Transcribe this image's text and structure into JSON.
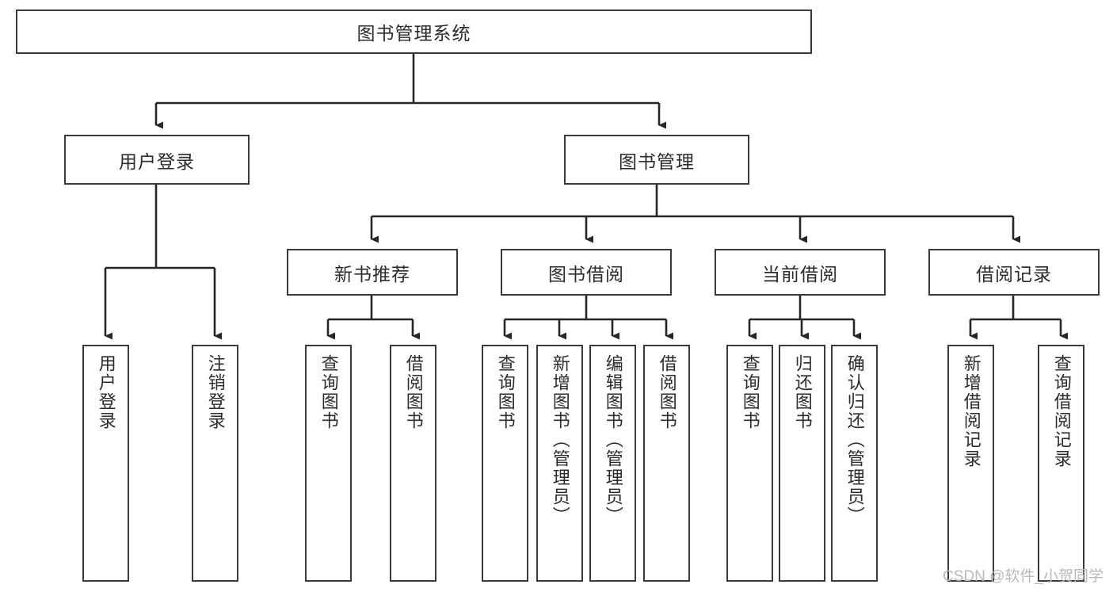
{
  "diagram": {
    "type": "tree-flowchart",
    "title": "图书管理系统",
    "watermark": "CSDN @软件_小贺同学",
    "colors": {
      "box_border": "#3a3a3a",
      "box_fill": "#ffffff",
      "connector": "#262626",
      "text": "#2b2b2b",
      "watermark": "#b9b9b9"
    },
    "nodes": {
      "root": {
        "label": "图书管理系统",
        "orientation": "horizontal"
      },
      "level2": [
        {
          "label": "用户登录",
          "orientation": "horizontal"
        },
        {
          "label": "图书管理",
          "orientation": "horizontal"
        }
      ],
      "level3": [
        {
          "label": "新书推荐",
          "orientation": "horizontal"
        },
        {
          "label": "图书借阅",
          "orientation": "horizontal"
        },
        {
          "label": "当前借阅",
          "orientation": "horizontal"
        },
        {
          "label": "借阅记录",
          "orientation": "horizontal"
        }
      ],
      "leaves": [
        {
          "label": "用户登录",
          "parent": "用户登录",
          "orientation": "vertical"
        },
        {
          "label": "注销登录",
          "parent": "用户登录",
          "orientation": "vertical"
        },
        {
          "label": "查询图书",
          "parent": "新书推荐",
          "orientation": "vertical"
        },
        {
          "label": "借阅图书",
          "parent": "新书推荐",
          "orientation": "vertical"
        },
        {
          "label": "查询图书",
          "parent": "图书借阅",
          "orientation": "vertical"
        },
        {
          "label": "新增图书（管理员）",
          "parent": "图书借阅",
          "orientation": "vertical"
        },
        {
          "label": "编辑图书（管理员）",
          "parent": "图书借阅",
          "orientation": "vertical"
        },
        {
          "label": "借阅图书",
          "parent": "图书借阅",
          "orientation": "vertical"
        },
        {
          "label": "查询图书",
          "parent": "当前借阅",
          "orientation": "vertical"
        },
        {
          "label": "归还图书",
          "parent": "当前借阅",
          "orientation": "vertical"
        },
        {
          "label": "确认归还（管理员）",
          "parent": "当前借阅",
          "orientation": "vertical"
        },
        {
          "label": "新增借阅记录",
          "parent": "借阅记录",
          "orientation": "vertical"
        },
        {
          "label": "查询借阅记录",
          "parent": "借阅记录",
          "orientation": "vertical"
        }
      ]
    }
  }
}
